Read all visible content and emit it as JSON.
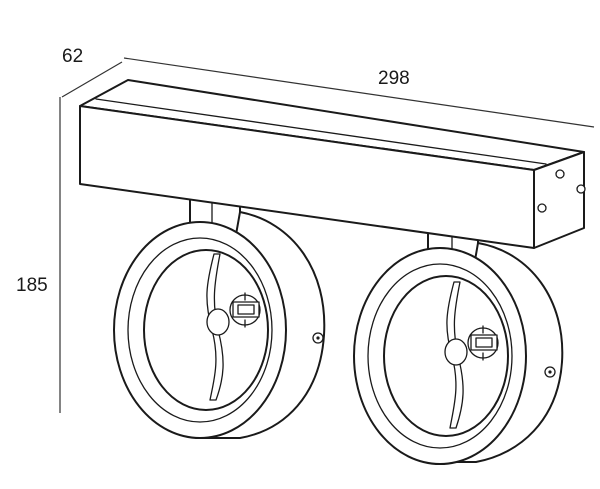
{
  "dimensions": {
    "depth": "62",
    "width": "298",
    "height": "185"
  },
  "colors": {
    "line": "#1a1a1a",
    "background": "#ffffff"
  }
}
